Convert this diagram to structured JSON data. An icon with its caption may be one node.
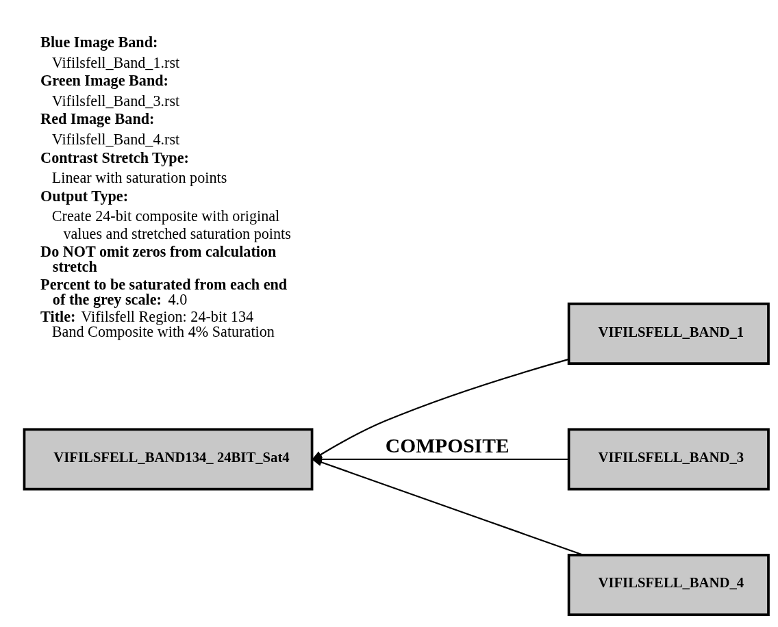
{
  "diagram": {
    "nodes": [
      {
        "text": [
          "VIFILSFELL_BAND134_ 24BIT_Sat4"
        ]
      },
      {
        "text": [
          "VIFILSFELL_BAND_1"
        ]
      },
      {
        "text": [
          "VIFILSFELL_BAND_3"
        ]
      },
      {
        "text": [
          "VIFILSFELL_BAND_4"
        ]
      }
    ],
    "edges": [
      {
        "from": 1,
        "to": 0,
        "arrow": "to"
      },
      {
        "from": 2,
        "to": 0,
        "arrow": "to",
        "label": "COMPOSITE"
      },
      {
        "from": 3,
        "to": 0,
        "arrow": "to"
      }
    ],
    "labels": [
      "**Blue Image Band:**",
      "Vifilsfell_Band_1.rst",
      "**Green Image Band:**",
      "Vifilsfell_Band_3.rst",
      "**Red Image Band:**",
      "Vifilsfell_Band_4.rst",
      "**Contrast Stretch Type:**",
      "Linear with saturation points",
      "**Output Type:**",
      "Create 24-bit composite with original values and stretched saturation points",
      "**Do NOT omit zeros from calculation stretch**",
      "**Percent to be saturated from each end of the grey scale:** 4.0",
      "**Title:** Vifilsfell Region: 24-bit 134 Band Composite with 4% Saturation"
    ]
  }
}
